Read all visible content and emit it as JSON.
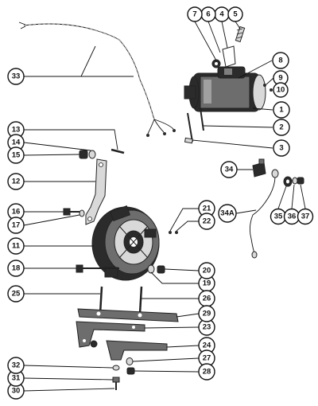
{
  "callouts": [
    {
      "id": "c1",
      "label": "1"
    },
    {
      "id": "c2",
      "label": "2"
    },
    {
      "id": "c3",
      "label": "3"
    },
    {
      "id": "c4",
      "label": "4"
    },
    {
      "id": "c5",
      "label": "5"
    },
    {
      "id": "c6",
      "label": "6"
    },
    {
      "id": "c7",
      "label": "7"
    },
    {
      "id": "c8",
      "label": "8"
    },
    {
      "id": "c9",
      "label": "9"
    },
    {
      "id": "c10",
      "label": "10"
    },
    {
      "id": "c11",
      "label": "11"
    },
    {
      "id": "c12",
      "label": "12"
    },
    {
      "id": "c13",
      "label": "13"
    },
    {
      "id": "c14",
      "label": "14"
    },
    {
      "id": "c15",
      "label": "15"
    },
    {
      "id": "c16",
      "label": "16"
    },
    {
      "id": "c17",
      "label": "17"
    },
    {
      "id": "c18",
      "label": "18"
    },
    {
      "id": "c19",
      "label": "19"
    },
    {
      "id": "c20",
      "label": "20"
    },
    {
      "id": "c21",
      "label": "21"
    },
    {
      "id": "c22",
      "label": "22"
    },
    {
      "id": "c23",
      "label": "23"
    },
    {
      "id": "c24",
      "label": "24"
    },
    {
      "id": "c25",
      "label": "25"
    },
    {
      "id": "c26",
      "label": "26"
    },
    {
      "id": "c27",
      "label": "27"
    },
    {
      "id": "c28",
      "label": "28"
    },
    {
      "id": "c29",
      "label": "29"
    },
    {
      "id": "c30",
      "label": "30"
    },
    {
      "id": "c31",
      "label": "31"
    },
    {
      "id": "c32",
      "label": "32"
    },
    {
      "id": "c33",
      "label": "33"
    },
    {
      "id": "c34",
      "label": "34"
    },
    {
      "id": "c34a",
      "label": "34A"
    },
    {
      "id": "c35",
      "label": "35"
    },
    {
      "id": "c36",
      "label": "36"
    },
    {
      "id": "c37",
      "label": "37"
    }
  ]
}
